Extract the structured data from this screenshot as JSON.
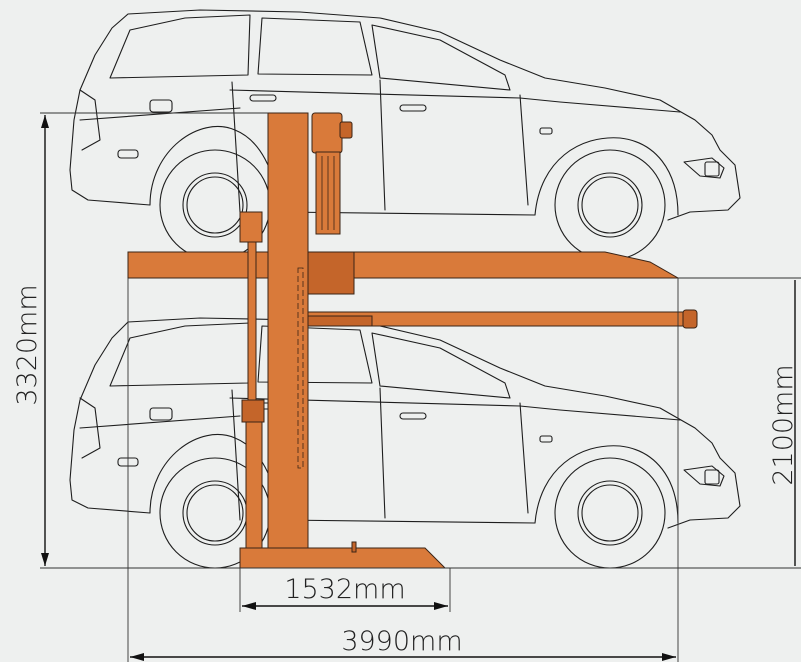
{
  "dimensions": {
    "total_height": "3320mm",
    "lower_clearance": "2100mm",
    "base_width": "1532mm",
    "total_length": "3990mm"
  },
  "colors": {
    "background": "#eef0ef",
    "lift_orange": "#d97a3a",
    "outline": "#1e1e1e"
  }
}
